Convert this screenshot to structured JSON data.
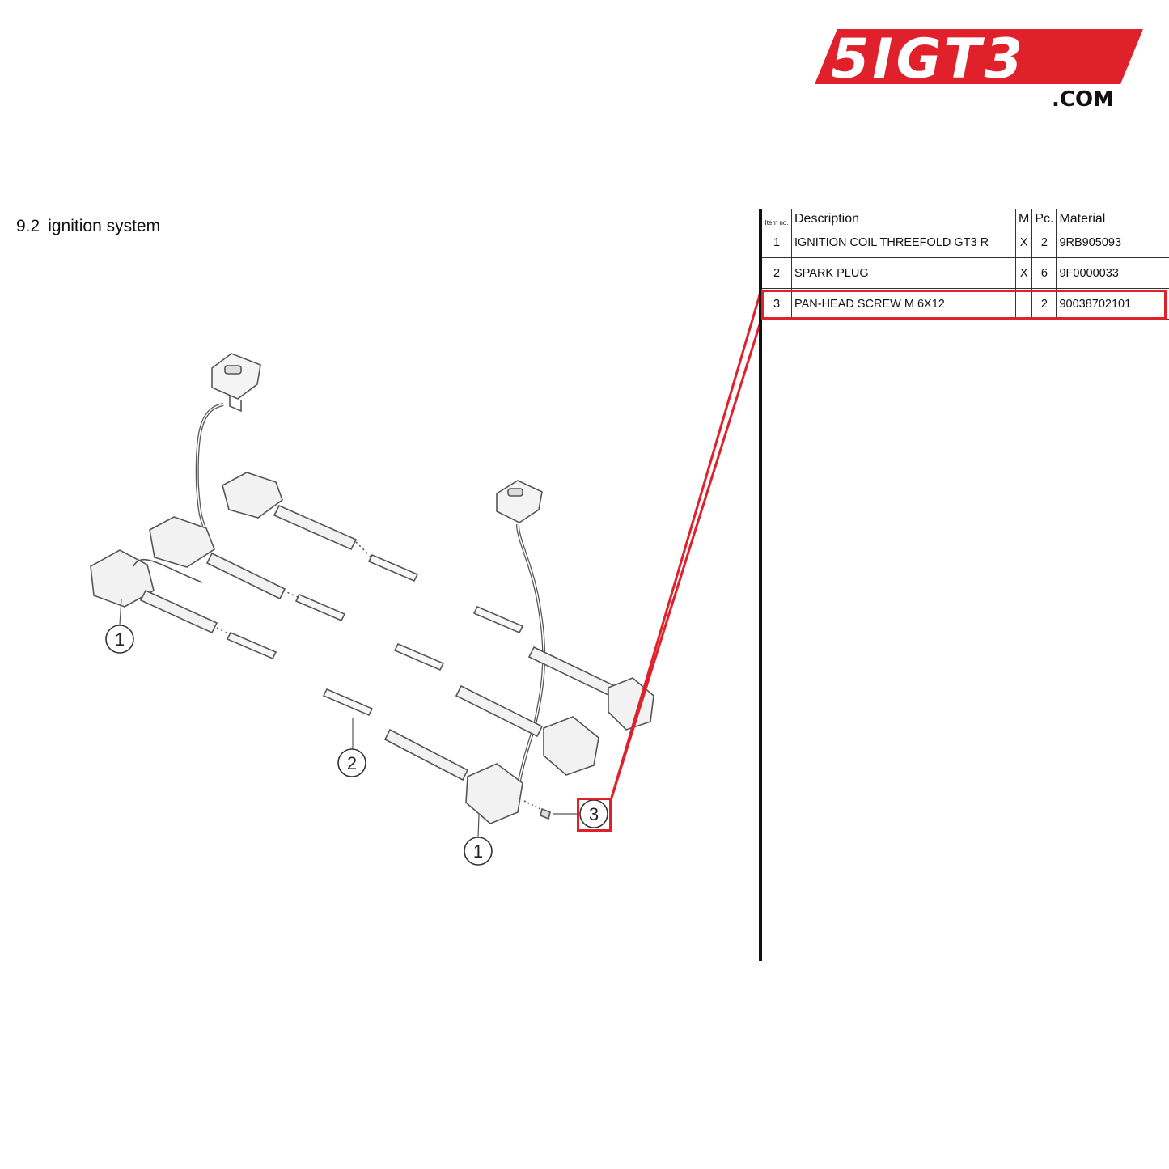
{
  "logo": {
    "text": "5IGT3",
    "suffix": ".COM",
    "color": "#e0202a"
  },
  "section": {
    "number": "9.2",
    "title": "ignition system"
  },
  "callouts": [
    "1",
    "2",
    "3",
    "1"
  ],
  "table": {
    "headers": {
      "item": "Item no.",
      "description": "Description",
      "m": "M",
      "pc": "Pc.",
      "material": "Material"
    },
    "rows": [
      {
        "item": "1",
        "description": "IGNITION COIL THREEFOLD GT3 R",
        "m": "X",
        "pc": "2",
        "material": "9RB905093"
      },
      {
        "item": "2",
        "description": "SPARK PLUG",
        "m": "X",
        "pc": "6",
        "material": "9F0000033"
      },
      {
        "item": "3",
        "description": "PAN-HEAD SCREW M 6X12",
        "m": "",
        "pc": "2",
        "material": "90038702101"
      }
    ],
    "highlighted_item": "3"
  },
  "colors": {
    "highlight": "#e0202a",
    "line": "#333333"
  }
}
